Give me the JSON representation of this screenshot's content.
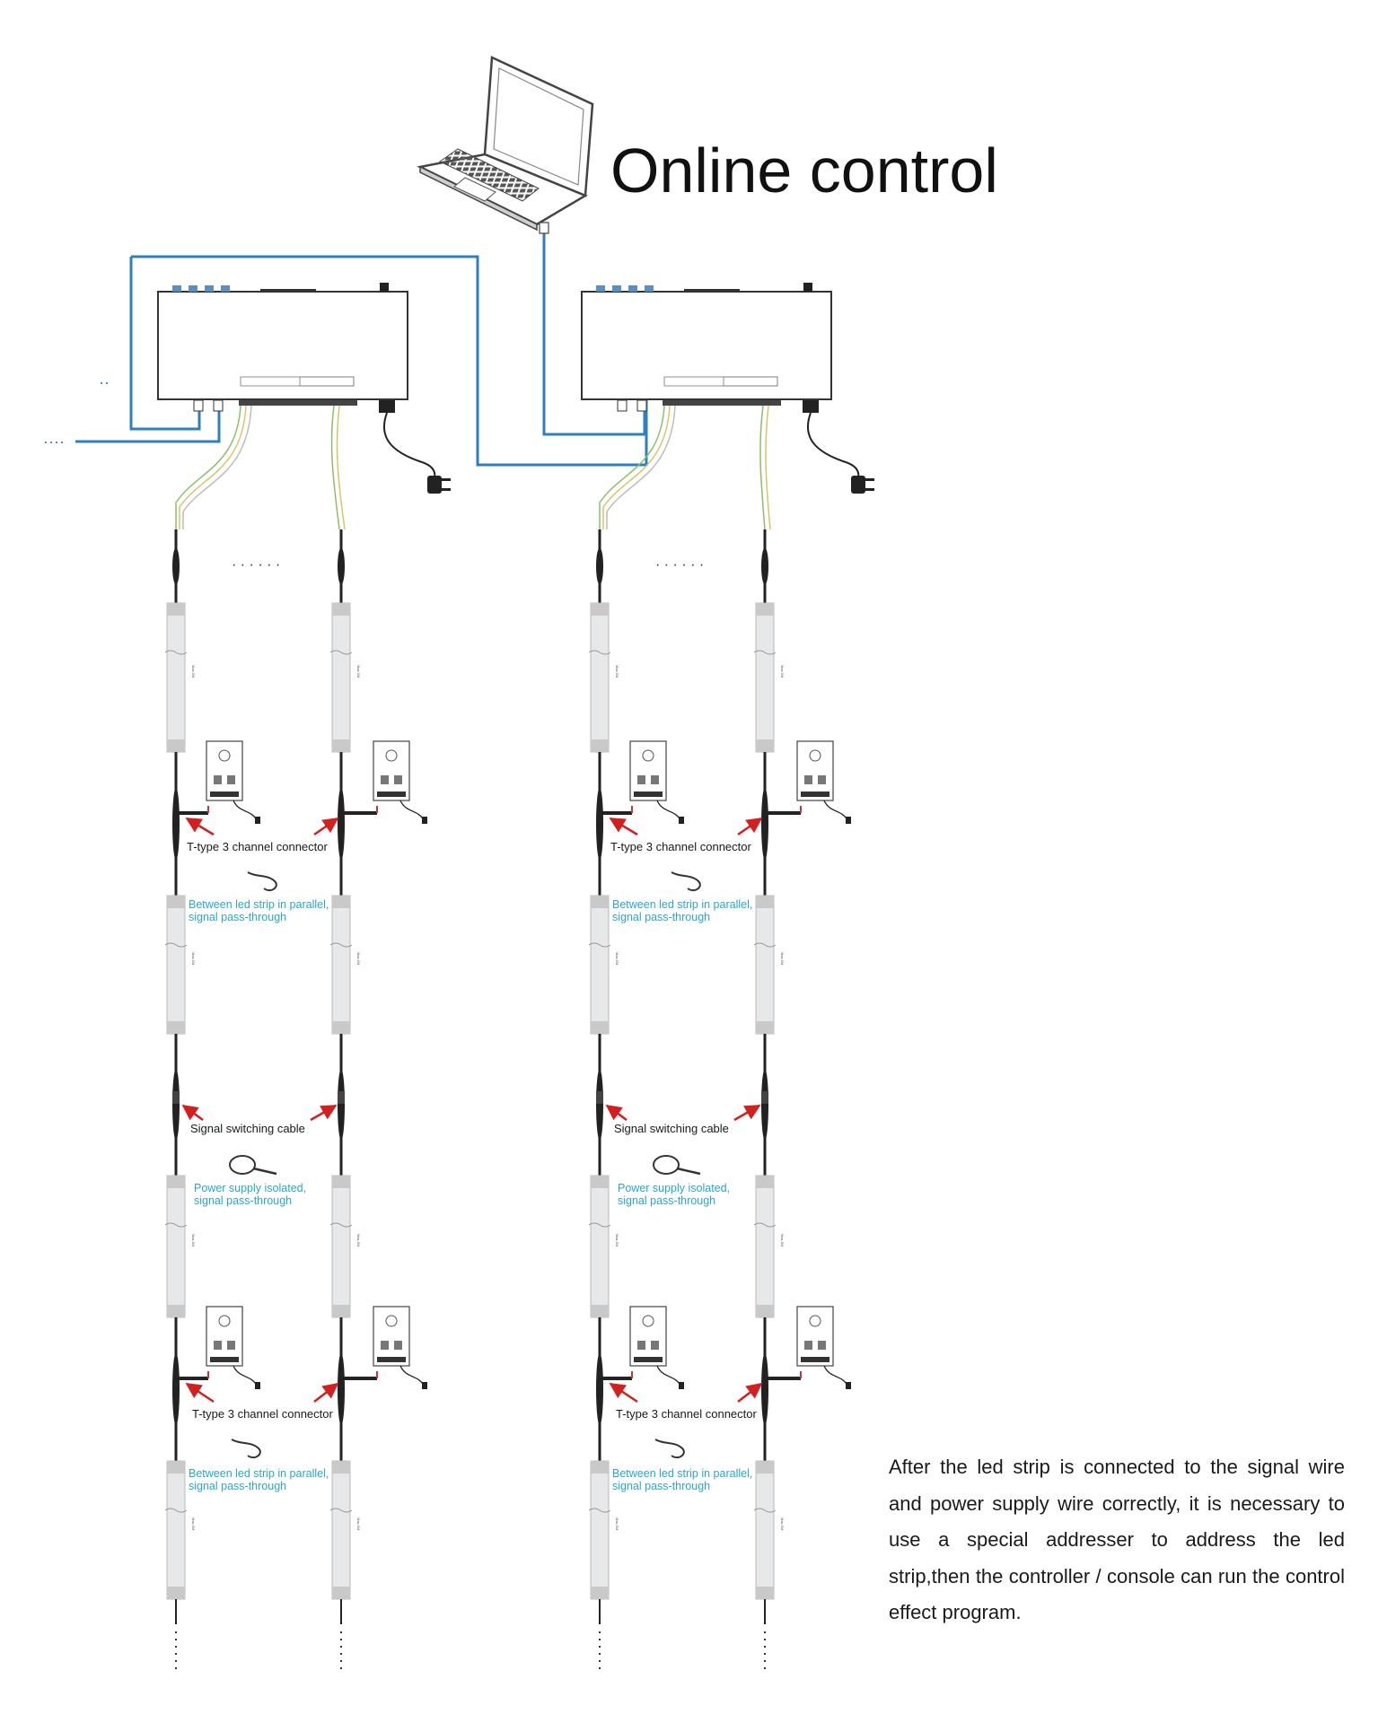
{
  "title": "Online control",
  "labels": {
    "t_connector": "T-type 3 channel connector",
    "parallel_line1": "Between led strip in parallel,",
    "parallel_line2": "signal pass-through",
    "switch_cable": "Signal switching cable",
    "isolated_line1": "Power supply isolated,",
    "isolated_line2": "signal pass-through",
    "strip_len": "Max.5M"
  },
  "description": "After the led strip is connected to the signal wire and power supply wire correctly, it is necessary to use a special addresser to address the led strip,then the controller / console can run the control effect program.",
  "colors": {
    "network_cable": "#2f7fc0",
    "annotation_blue": "#2aa7c9",
    "arrow_red": "#d21f1f",
    "strip_fill": "#e7e8ea"
  }
}
